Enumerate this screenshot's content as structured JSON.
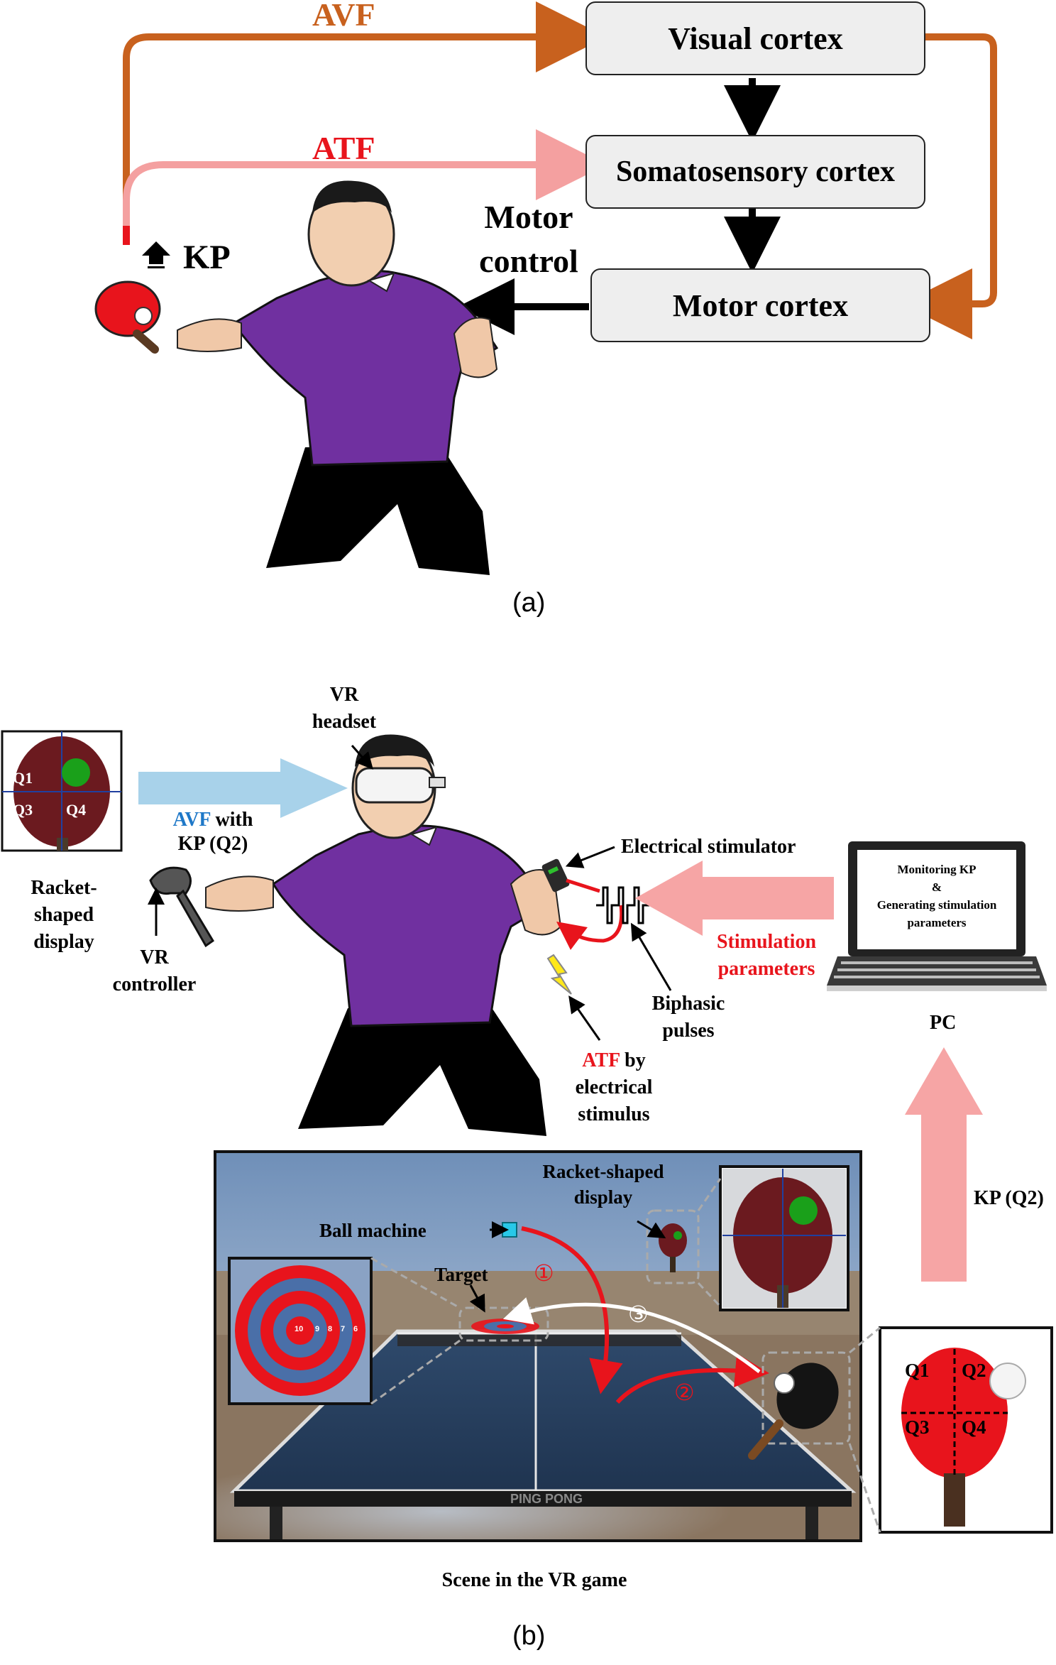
{
  "panel_a": {
    "boxes": {
      "visual": "Visual cortex",
      "somatosensory": "Somatosensory cortex",
      "motor": "Motor cortex"
    },
    "labels": {
      "avf": "AVF",
      "atf": "ATF",
      "kp": "KP",
      "motor_control_line1": "Motor",
      "motor_control_line2": "control"
    },
    "caption": "(a)"
  },
  "panel_b": {
    "racket_display_quadrants": {
      "q1": "Q1",
      "q3": "Q3",
      "q4": "Q4"
    },
    "labels": {
      "racket_display_1": "Racket-",
      "racket_display_2": "shaped",
      "racket_display_3": "display",
      "avf_word": "AVF",
      "avf_rest": " with",
      "kp_q2_small": "KP (Q2)",
      "vr_headset_1": "VR",
      "vr_headset_2": "headset",
      "vr_controller_1": "VR",
      "vr_controller_2": "controller",
      "electrical_stimulator": "Electrical stimulator",
      "biphasic_1": "Biphasic",
      "biphasic_2": "pulses",
      "atf_word": "ATF",
      "atf_rest": " by",
      "atf_2": "electrical",
      "atf_3": "stimulus",
      "stim_params_1": "Stimulation",
      "stim_params_2": "parameters",
      "pc": "PC",
      "kp_q2_arrow": "KP (Q2)",
      "scene_caption": "Scene in the VR game"
    },
    "pc_screen": {
      "line1": "Monitoring KP",
      "line2": "&",
      "line3": "Generating stimulation",
      "line4": "parameters"
    },
    "scene": {
      "ball_machine": "Ball machine",
      "target": "Target",
      "racket_display_1": "Racket-shaped",
      "racket_display_2": "display",
      "step1": "①",
      "step2": "②",
      "step3": "③",
      "table_brand": "PING PONG",
      "target_scores": [
        "10",
        "9",
        "8",
        "7",
        "6"
      ]
    },
    "big_racket_quadrants": {
      "q1": "Q1",
      "q2": "Q2",
      "q3": "Q3",
      "q4": "Q4"
    },
    "caption": "(b)"
  },
  "colors": {
    "avf_orange": "#c8611e",
    "atf_pink": "#f4a0a0",
    "purple_shirt": "#7030a0",
    "racket_red": "#e8141c",
    "racket_dark": "#6b1a1f",
    "display_green": "#1aa01a",
    "avf_blue_arrow": "#a8d2ea",
    "stim_pink_arrow": "#f6a5a5"
  }
}
